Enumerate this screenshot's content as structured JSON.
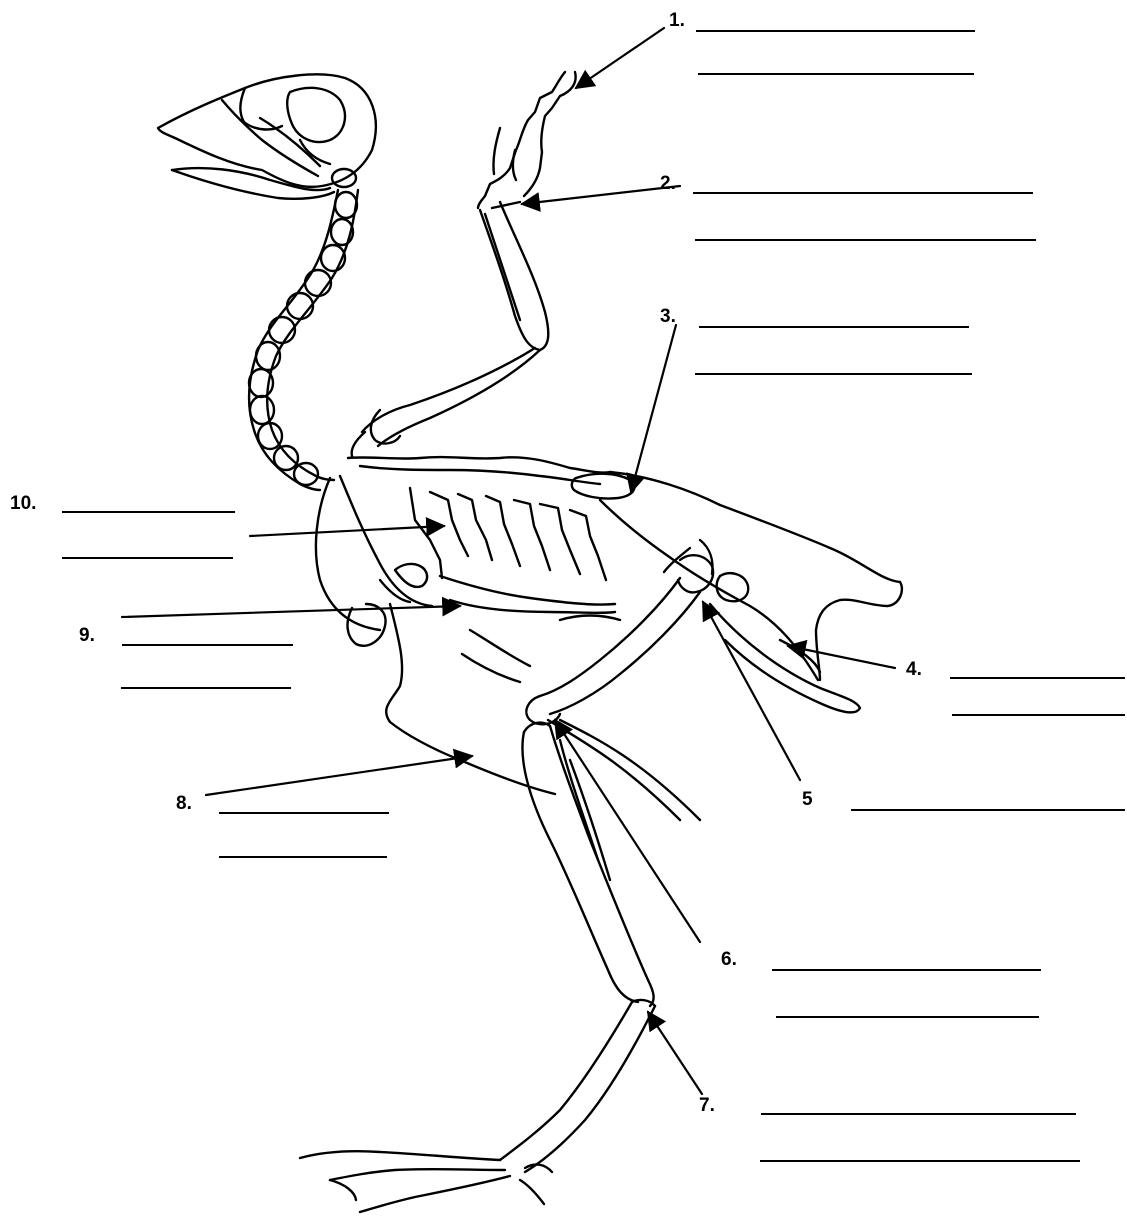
{
  "diagram": {
    "subject": "bird skeleton",
    "ink_color": "#000000",
    "paper_color": "#ffffff",
    "labels": [
      {
        "id": "1",
        "text": "1.",
        "blank_lines": 2
      },
      {
        "id": "2",
        "text": "2.",
        "blank_lines": 2
      },
      {
        "id": "3",
        "text": "3.",
        "blank_lines": 2
      },
      {
        "id": "4",
        "text": "4.",
        "blank_lines": 2
      },
      {
        "id": "5",
        "text": "5",
        "blank_lines": 1
      },
      {
        "id": "6",
        "text": "6.",
        "blank_lines": 2
      },
      {
        "id": "7",
        "text": "7.",
        "blank_lines": 2
      },
      {
        "id": "8",
        "text": "8.",
        "blank_lines": 2
      },
      {
        "id": "9",
        "text": "9.",
        "blank_lines": 2
      },
      {
        "id": "10",
        "text": "10.",
        "blank_lines": 2
      }
    ]
  }
}
